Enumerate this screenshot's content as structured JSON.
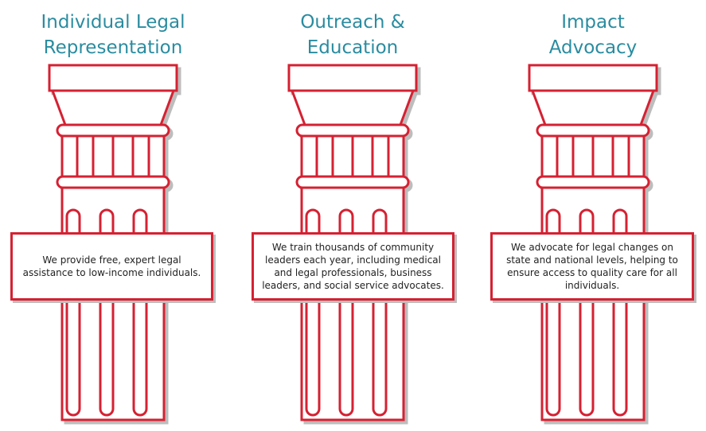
{
  "colors": {
    "column_red": "#d52132",
    "title_teal": "#2a8ca0",
    "shadow_gray": "#bdbdbd"
  },
  "pillars": [
    {
      "title_line1": "Individual Legal",
      "title_line2": "Representation",
      "description": "We provide free, expert legal assistance to low-income individuals."
    },
    {
      "title_line1": "Outreach &",
      "title_line2": "Education",
      "description": "We train thousands of community leaders each year, including medical and legal professionals, business leaders, and social service advocates."
    },
    {
      "title_line1": "Impact",
      "title_line2": "Advocacy",
      "description": "We advocate for legal changes on state and national levels, helping to ensure access to quality care for all individuals."
    }
  ]
}
